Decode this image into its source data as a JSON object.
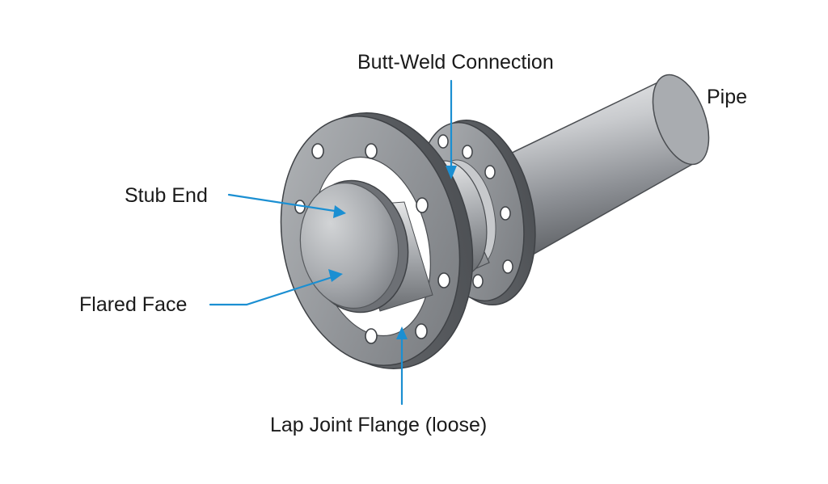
{
  "labels": {
    "butt_weld": "Butt-Weld Connection",
    "pipe": "Pipe",
    "stub_end": "Stub End",
    "flared_face": "Flared Face",
    "lap_joint_flange": "Lap Joint Flange (loose)"
  },
  "colors": {
    "callout": "#1b8fd2",
    "metal_dark": "#5f6266",
    "metal_mid": "#8d9095",
    "metal_light": "#d9dbdd",
    "text": "#1a1a1a"
  }
}
